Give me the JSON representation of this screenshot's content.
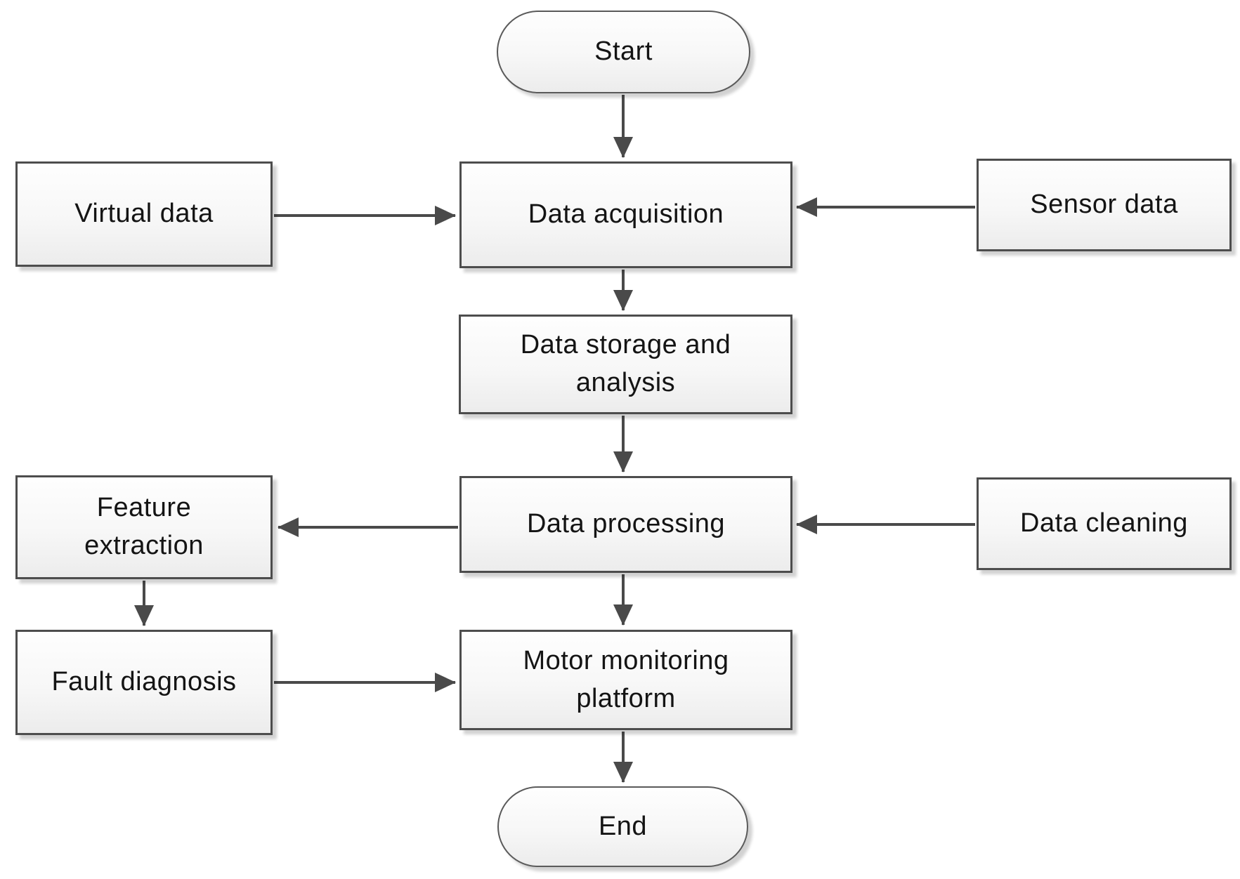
{
  "colors": {
    "background": "#ffffff",
    "arrow": "#4a4a4a",
    "text": "#141414",
    "node_border": "#4d4d4d",
    "node_fill_top": "#fefefe",
    "node_fill_bottom": "#ececec"
  },
  "nodes": {
    "start": {
      "label": "Start",
      "type": "terminator"
    },
    "virtual_data": {
      "label": "Virtual data",
      "type": "process"
    },
    "data_acquisition": {
      "label": "Data acquisition",
      "type": "process"
    },
    "sensor_data": {
      "label": "Sensor data",
      "type": "process"
    },
    "data_storage": {
      "label": "Data storage and analysis",
      "type": "process"
    },
    "feature_extraction": {
      "label": "Feature extraction",
      "type": "process"
    },
    "data_processing": {
      "label": "Data processing",
      "type": "process"
    },
    "data_cleaning": {
      "label": "Data cleaning",
      "type": "process"
    },
    "fault_diagnosis": {
      "label": "Fault diagnosis",
      "type": "process"
    },
    "motor_platform": {
      "label": "Motor monitoring platform",
      "type": "process"
    },
    "end": {
      "label": "End",
      "type": "terminator"
    }
  },
  "edges": [
    {
      "from": "start",
      "to": "data_acquisition"
    },
    {
      "from": "virtual_data",
      "to": "data_acquisition"
    },
    {
      "from": "sensor_data",
      "to": "data_acquisition"
    },
    {
      "from": "data_acquisition",
      "to": "data_storage"
    },
    {
      "from": "data_storage",
      "to": "data_processing"
    },
    {
      "from": "data_processing",
      "to": "feature_extraction"
    },
    {
      "from": "data_cleaning",
      "to": "data_processing"
    },
    {
      "from": "data_processing",
      "to": "motor_platform"
    },
    {
      "from": "feature_extraction",
      "to": "fault_diagnosis"
    },
    {
      "from": "fault_diagnosis",
      "to": "motor_platform"
    },
    {
      "from": "motor_platform",
      "to": "end"
    }
  ]
}
